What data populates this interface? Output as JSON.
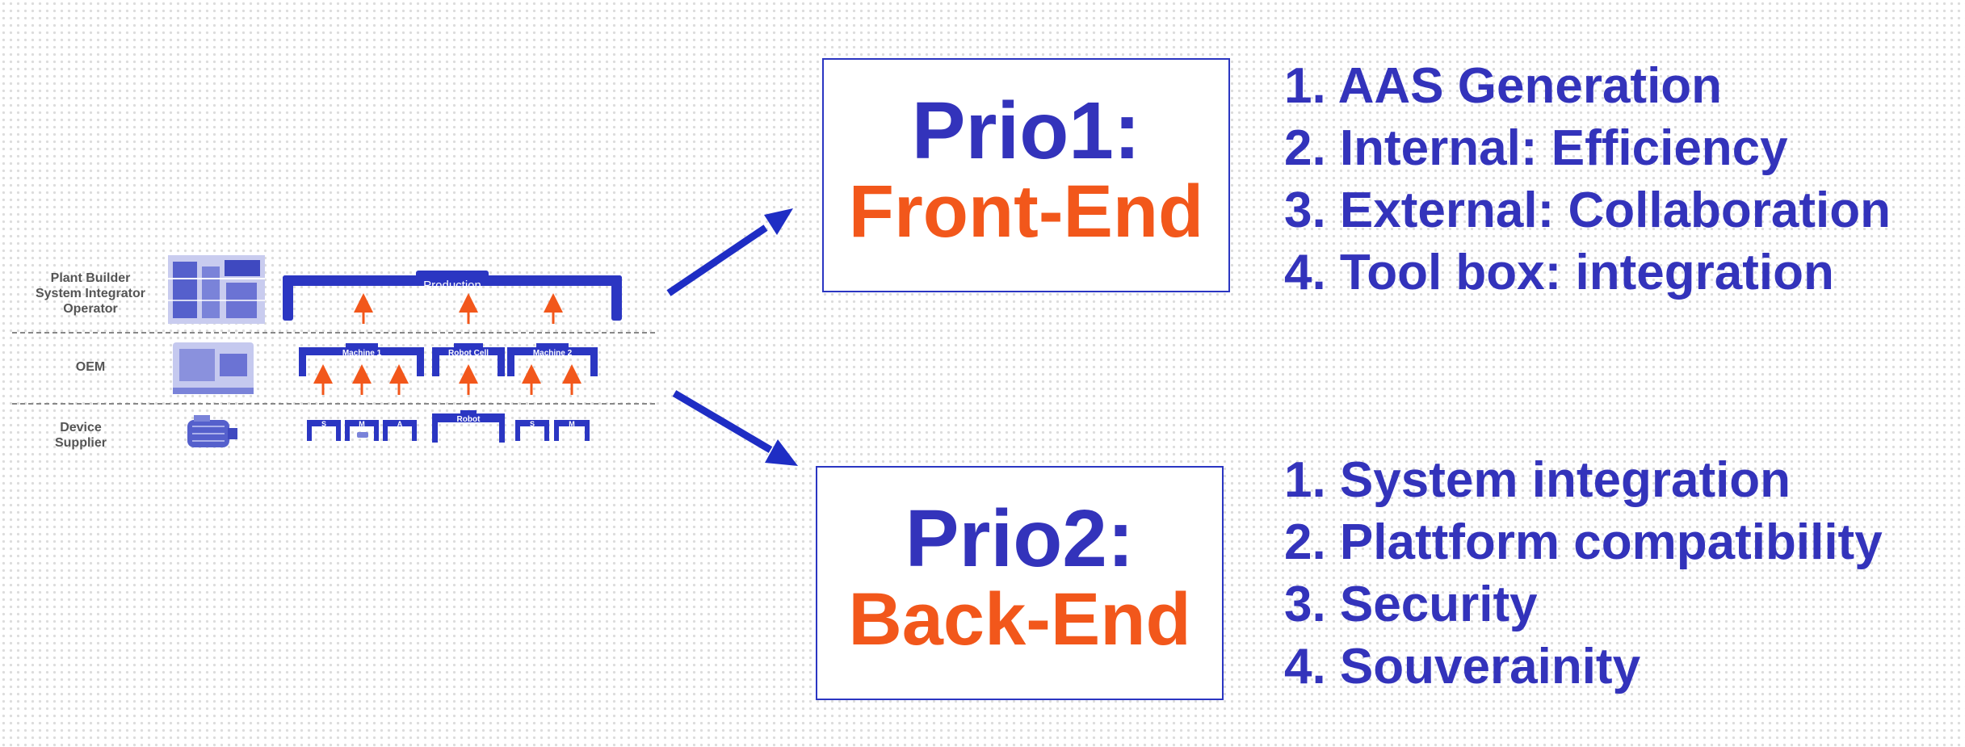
{
  "colors": {
    "blue": "#2b36c2",
    "text_blue": "#3333bb",
    "orange": "#f2571b",
    "label_gray": "#555555"
  },
  "hierarchy": {
    "rows": [
      {
        "label": "Plant Builder\nSystem Integrator\nOperator",
        "picture": "factory-floor-photo-icon"
      },
      {
        "label": "OEM",
        "picture": "machine-tool-icon"
      },
      {
        "label": "Device\nSupplier",
        "picture": "electric-motor-icon"
      }
    ],
    "production_label": "Production",
    "oem_units": [
      "Machine 1",
      "Robot Cell",
      "Machine 2"
    ],
    "device_units": [
      "S",
      "M",
      "A",
      "Robot",
      "S",
      "M"
    ]
  },
  "prio1": {
    "title": "Prio1:",
    "subtitle": "Front-End",
    "items": [
      "1. AAS Generation",
      "2. Internal: Efficiency",
      "3. External: Collaboration",
      "4. Tool box: integration"
    ]
  },
  "prio2": {
    "title": "Prio2:",
    "subtitle": "Back-End",
    "items": [
      "1. System integration",
      "2. Plattform compatibility",
      "3. Security",
      "4. Souverainity"
    ]
  }
}
